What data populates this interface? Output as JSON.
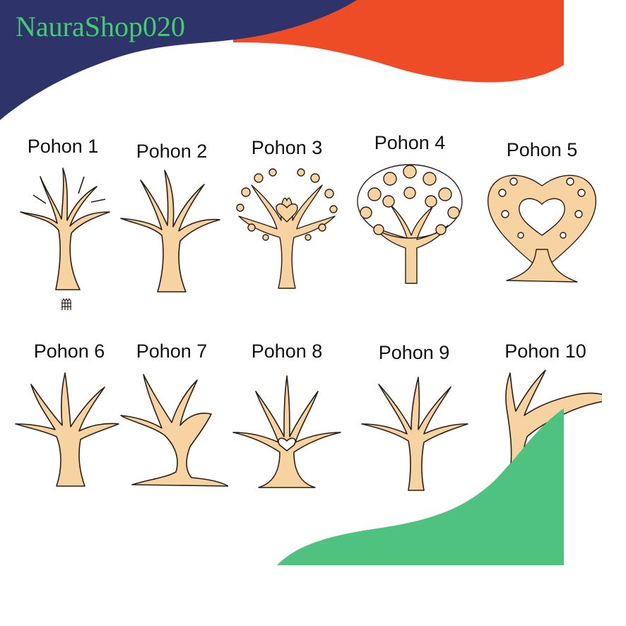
{
  "brand": {
    "name": "NauraShop020"
  },
  "colors": {
    "navy": "#2e3469",
    "orange": "#ee4b27",
    "green": "#4fc27f",
    "wood": "#f7d3a1",
    "outline": "#2b1d14"
  },
  "trees": [
    {
      "label": "Pohon 1",
      "icon": "bare-tree-icon"
    },
    {
      "label": "Pohon 2",
      "icon": "bare-tree-icon"
    },
    {
      "label": "Pohon 3",
      "icon": "ornate-heart-tree-icon"
    },
    {
      "label": "Pohon 4",
      "icon": "leafy-tree-icon"
    },
    {
      "label": "Pohon 5",
      "icon": "heart-leaf-tree-icon"
    },
    {
      "label": "Pohon 6",
      "icon": "bare-tree-icon"
    },
    {
      "label": "Pohon 7",
      "icon": "heart-trunk-tree-icon"
    },
    {
      "label": "Pohon 8",
      "icon": "heart-branch-tree-icon"
    },
    {
      "label": "Pohon 9",
      "icon": "bare-tree-icon"
    },
    {
      "label": "Pohon 10",
      "icon": "windswept-tree-icon"
    }
  ]
}
